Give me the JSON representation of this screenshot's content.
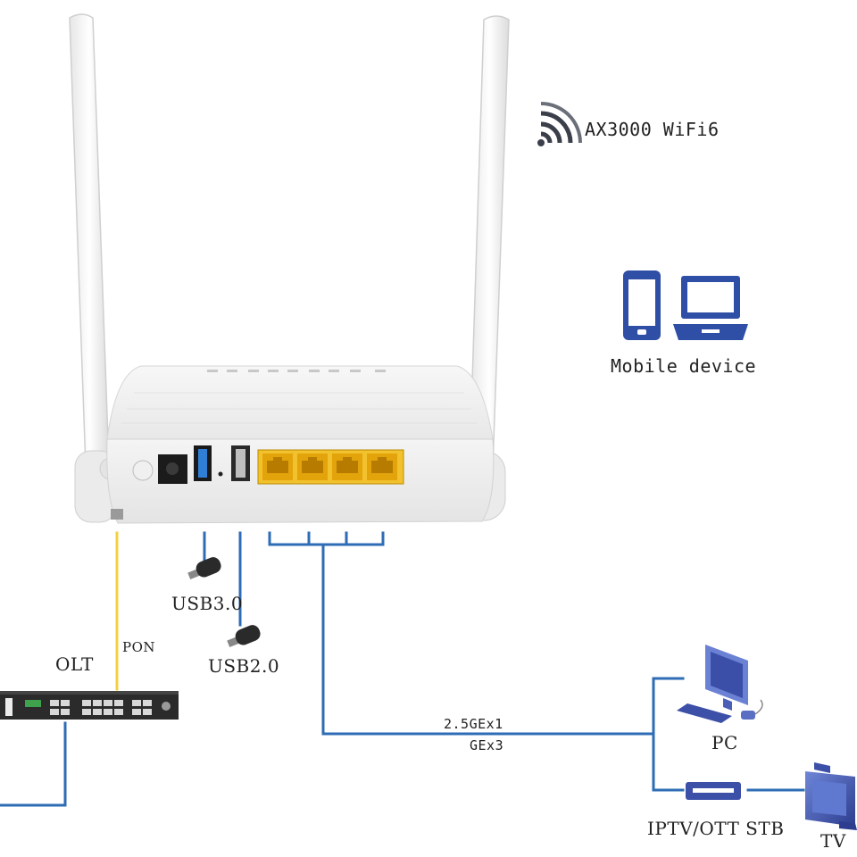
{
  "wifi": {
    "label": "AX3000 WiFi6"
  },
  "mobile": {
    "label": "Mobile device"
  },
  "links": {
    "pon": "PON",
    "uplink_line1": "2.5GEx1",
    "uplink_line2": "GEx3"
  },
  "devices": {
    "olt": "OLT",
    "usb3": "USB3.0",
    "usb2": "USB2.0",
    "pc": "PC",
    "stb": "IPTV/OTT STB",
    "tv": "TV"
  },
  "colors": {
    "pon_line": "#f4d03f",
    "eth_line": "#2e6cb5",
    "router_body": "#f2f2f2",
    "lan_port": "#f2b705",
    "device_blue": "#3d50a8"
  }
}
